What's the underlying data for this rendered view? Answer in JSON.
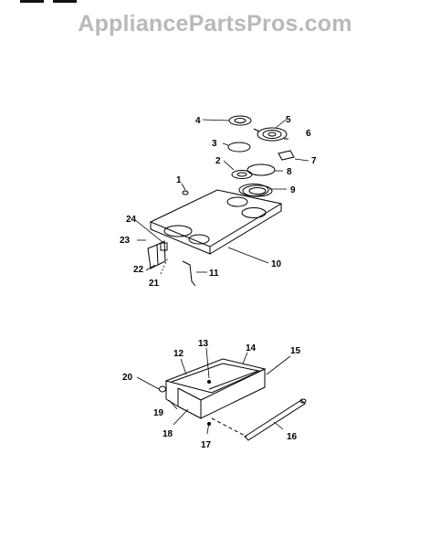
{
  "watermark": {
    "text": "AppliancePartsPros.com"
  },
  "cooktop": {
    "labels": [
      "1",
      "2",
      "3",
      "4",
      "5",
      "6",
      "7",
      "8",
      "9",
      "10",
      "11",
      "21",
      "22",
      "23",
      "24"
    ]
  },
  "drawer": {
    "labels": [
      "12",
      "13",
      "14",
      "15",
      "16",
      "17",
      "18",
      "19",
      "20"
    ]
  },
  "colors": {
    "line": "#000000",
    "watermark": "#b9b9b9",
    "background": "#ffffff"
  }
}
